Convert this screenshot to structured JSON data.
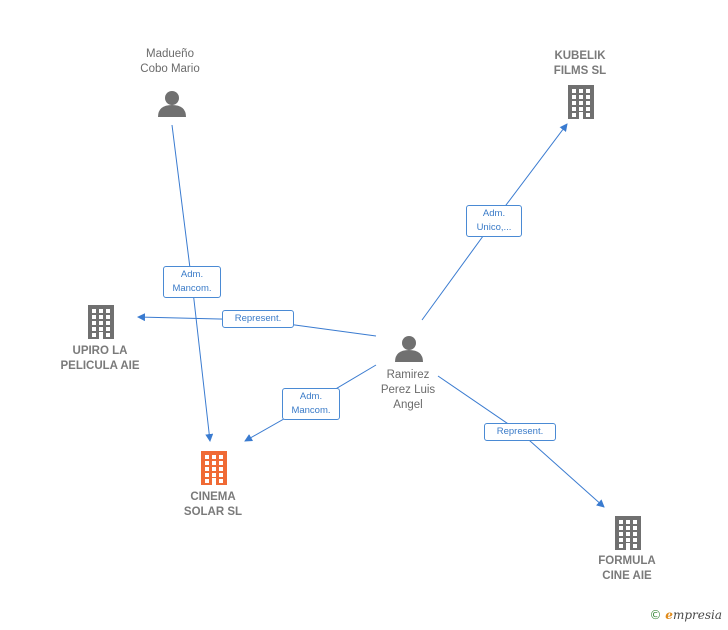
{
  "nodes": {
    "madueno": {
      "label": "Madueño\nCobo Mario",
      "kind": "person"
    },
    "kubelik": {
      "label": "KUBELIK\nFILMS  SL",
      "kind": "company"
    },
    "upiro": {
      "label": "UPIRO LA\nPELICULA AIE",
      "kind": "company"
    },
    "ramirez": {
      "label": "Ramirez\nPerez Luis\nAngel",
      "kind": "person"
    },
    "cinema": {
      "label": "CINEMA\nSOLAR  SL",
      "kind": "company-focus"
    },
    "formula": {
      "label": "FORMULA\nCINE AIE",
      "kind": "company"
    }
  },
  "edges": [
    {
      "from": "madueno",
      "to": "cinema",
      "label": "Adm.\nMancom."
    },
    {
      "from": "ramirez",
      "to": "kubelik",
      "label": "Adm.\nUnico,..."
    },
    {
      "from": "ramirez",
      "to": "upiro",
      "label": "Represent."
    },
    {
      "from": "ramirez",
      "to": "cinema",
      "label": "Adm.\nMancom."
    },
    {
      "from": "ramirez",
      "to": "formula",
      "label": "Represent."
    }
  ],
  "colors": {
    "edge": "#3a7bd0",
    "icon": "#707070",
    "focus": "#f06a35"
  },
  "brand": {
    "copyright": "©",
    "initial": "e",
    "rest": "mpresia"
  }
}
